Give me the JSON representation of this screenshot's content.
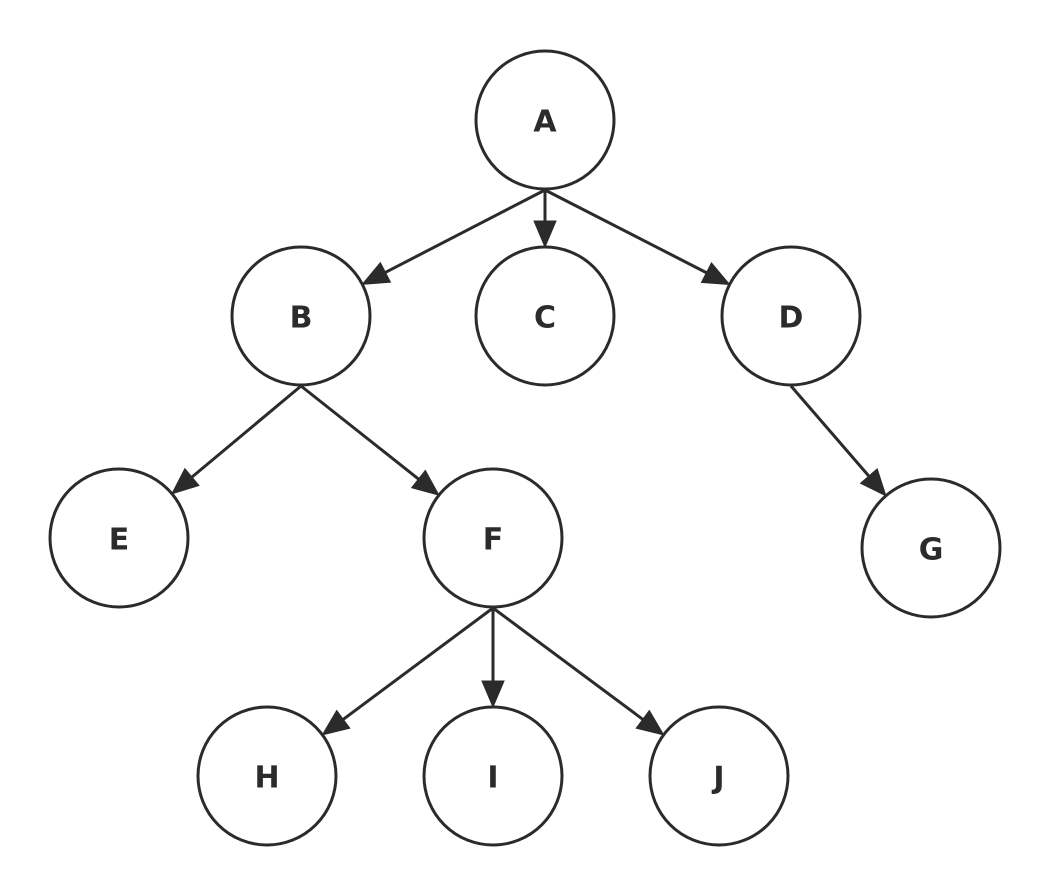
{
  "diagram": {
    "type": "tree",
    "colors": {
      "stroke": "#2b2b2b",
      "fill": "#ffffff",
      "text": "#2b2b2b",
      "background": "#ffffff"
    },
    "nodes": [
      {
        "id": "A",
        "label": "A"
      },
      {
        "id": "B",
        "label": "B"
      },
      {
        "id": "C",
        "label": "C"
      },
      {
        "id": "D",
        "label": "D"
      },
      {
        "id": "E",
        "label": "E"
      },
      {
        "id": "F",
        "label": "F"
      },
      {
        "id": "G",
        "label": "G"
      },
      {
        "id": "H",
        "label": "H"
      },
      {
        "id": "I",
        "label": "I"
      },
      {
        "id": "J",
        "label": "J"
      }
    ],
    "edges": [
      {
        "from": "A",
        "to": "B"
      },
      {
        "from": "A",
        "to": "C"
      },
      {
        "from": "A",
        "to": "D"
      },
      {
        "from": "B",
        "to": "E"
      },
      {
        "from": "B",
        "to": "F"
      },
      {
        "from": "D",
        "to": "G"
      },
      {
        "from": "F",
        "to": "H"
      },
      {
        "from": "F",
        "to": "I"
      },
      {
        "from": "F",
        "to": "J"
      }
    ]
  }
}
